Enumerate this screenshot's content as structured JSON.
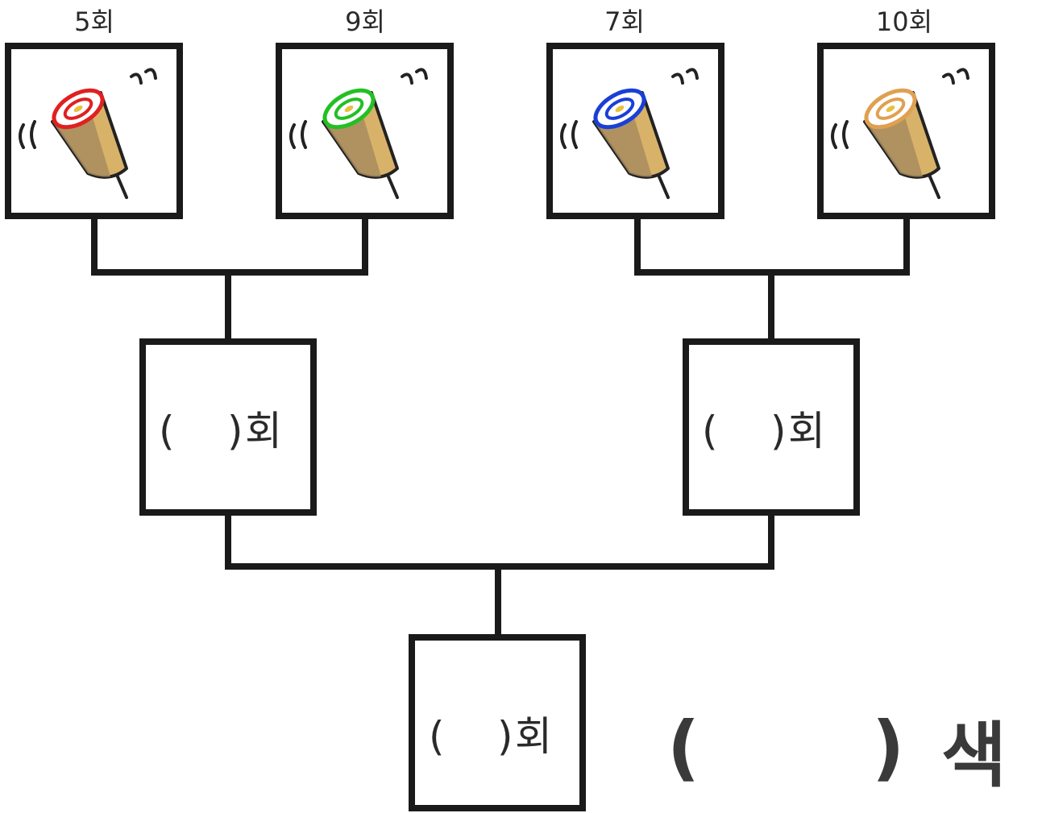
{
  "top_tops": [
    {
      "label": "5회",
      "color": "#e02020",
      "icon": "spinning-top-red"
    },
    {
      "label": "9회",
      "color": "#22c022",
      "icon": "spinning-top-green"
    },
    {
      "label": "7회",
      "color": "#1a3fd8",
      "icon": "spinning-top-blue"
    },
    {
      "label": "10회",
      "color": "#e0a050",
      "icon": "spinning-top-orange"
    }
  ],
  "round2": [
    {
      "left_paren": "(",
      "right_paren": ")",
      "unit": "회"
    },
    {
      "left_paren": "(",
      "right_paren": ")",
      "unit": "회"
    }
  ],
  "final": {
    "left_paren": "(",
    "right_paren": ")",
    "unit": "회"
  },
  "answer": {
    "left_paren": "(",
    "right_paren": ")",
    "unit": "색"
  },
  "colors": {
    "body": "#d9b26a",
    "body_shade": "#a88c5e",
    "line": "#1a1a1a"
  }
}
